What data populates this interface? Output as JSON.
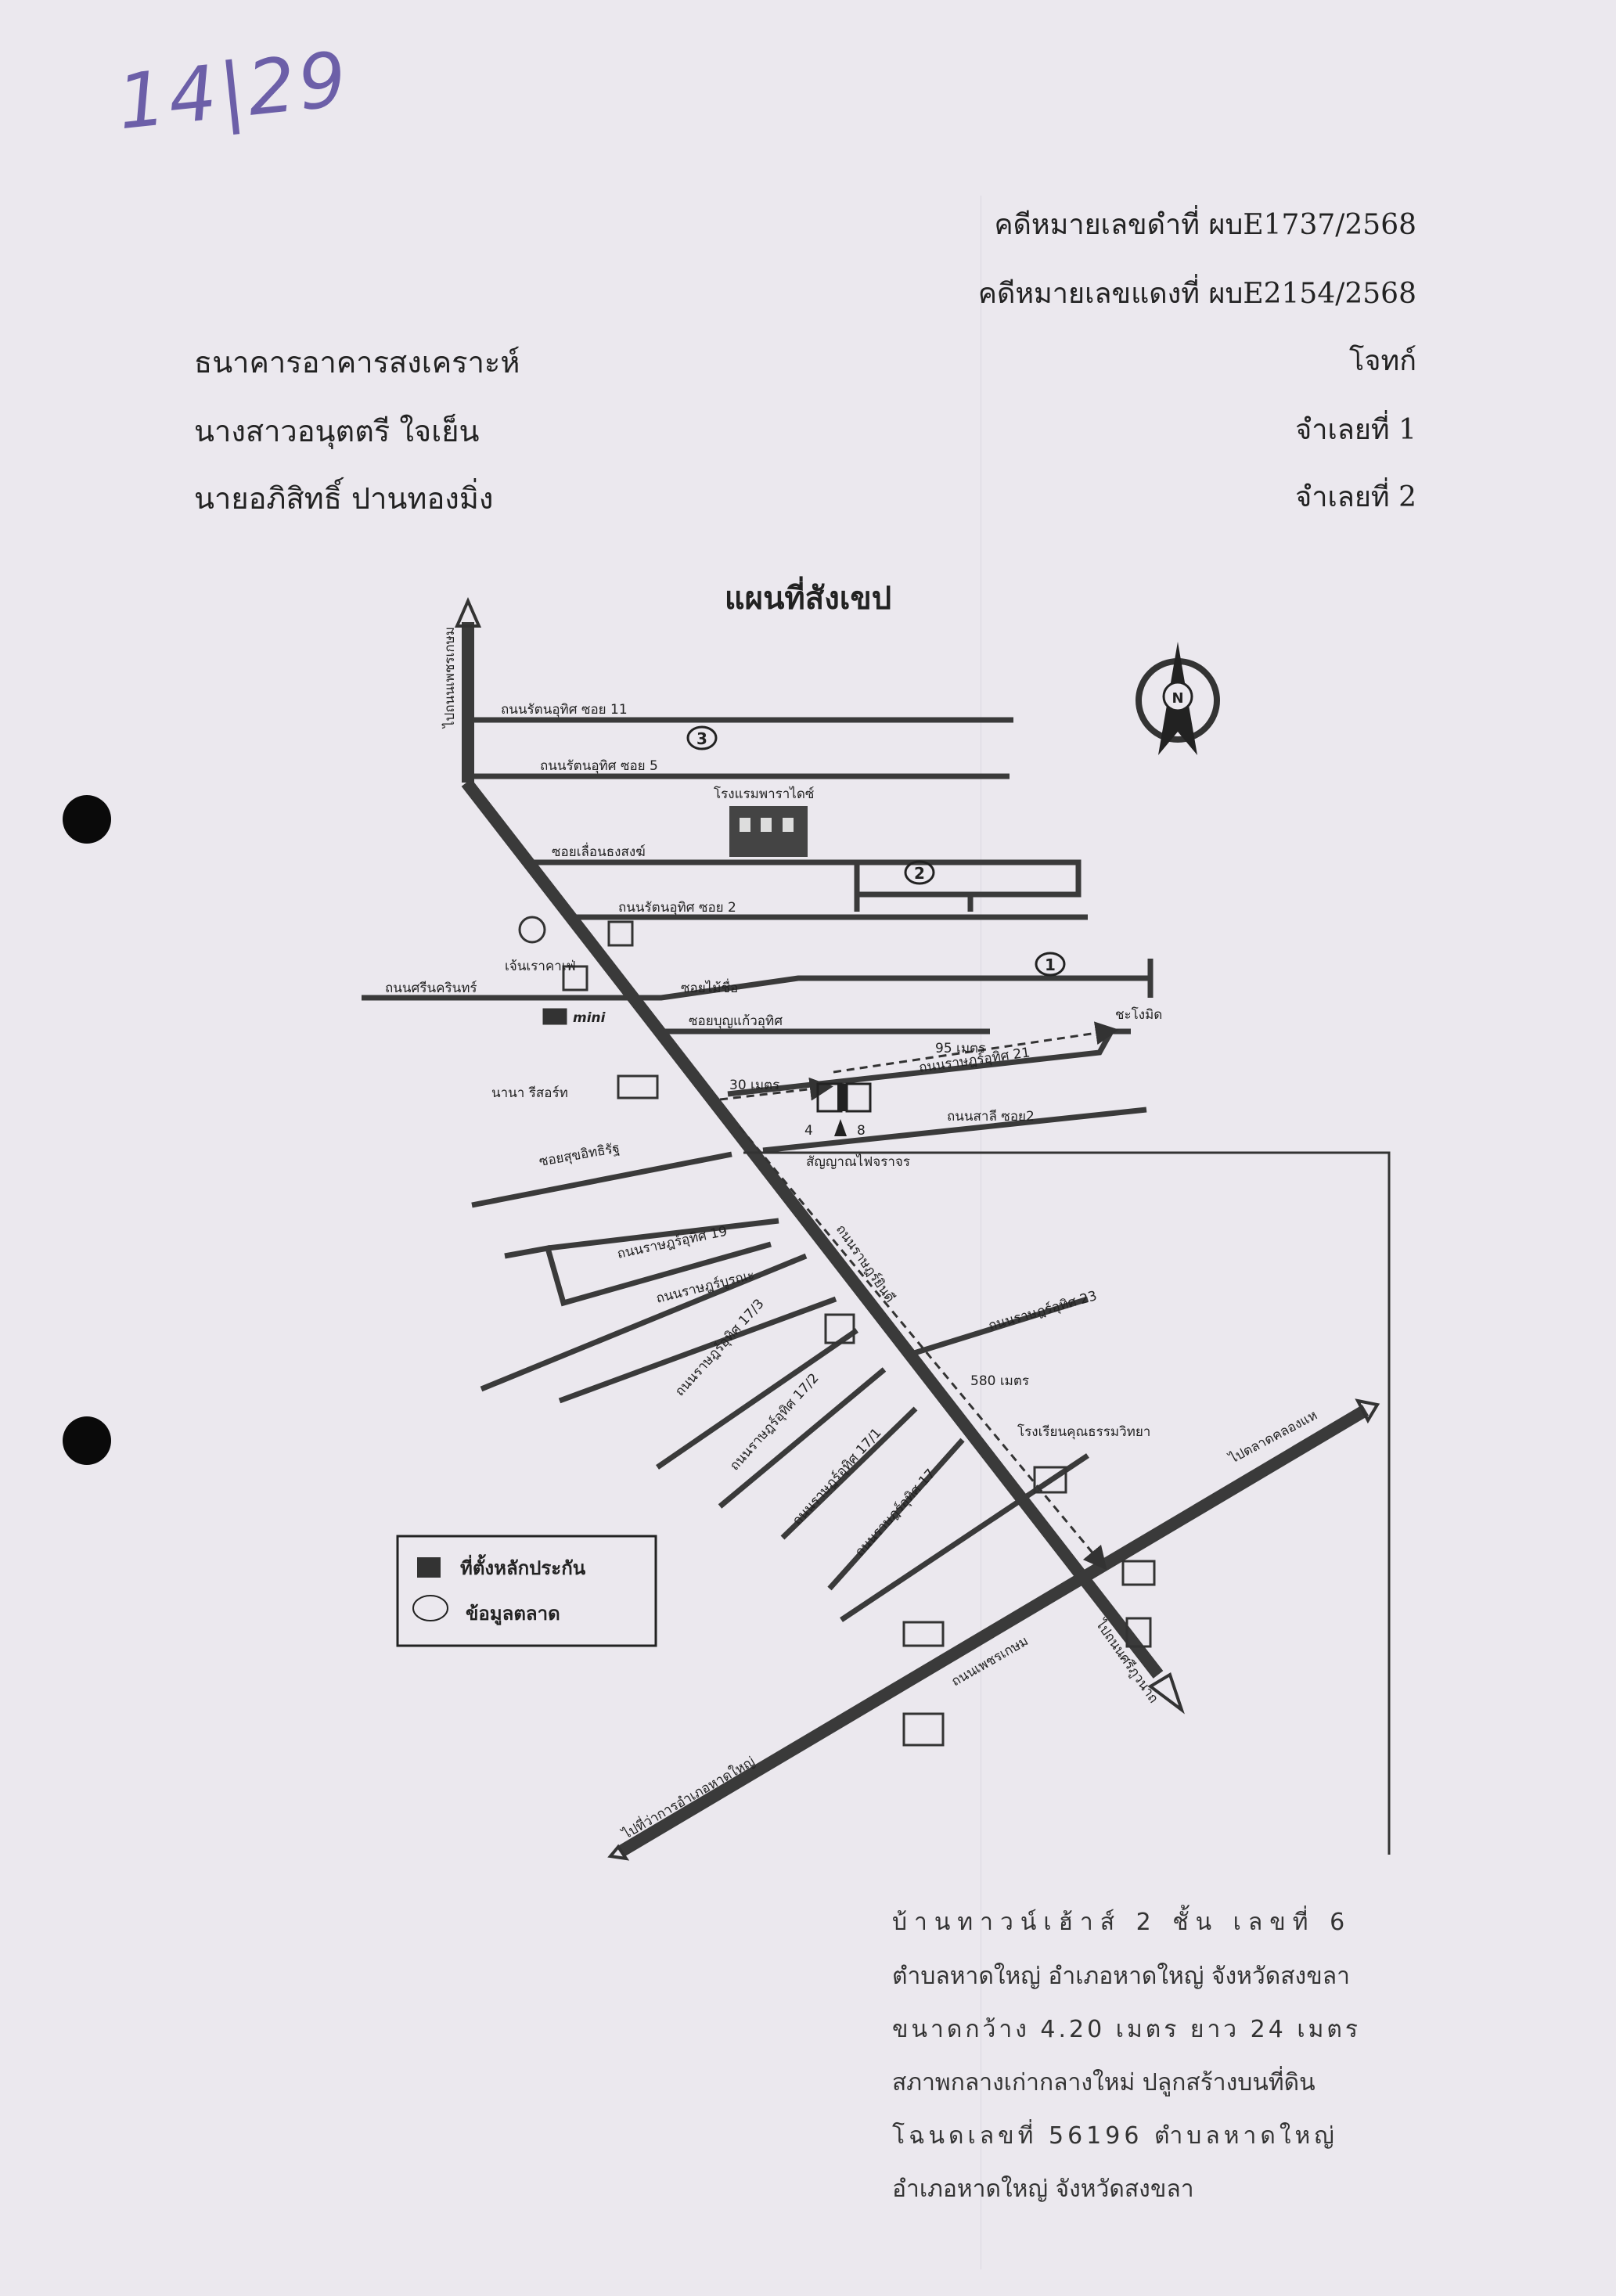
{
  "handwritten_number": "14|29",
  "case": {
    "black_number": "คดีหมายเลขดำที่  ผบE1737/2568",
    "red_number": "คดีหมายเลขแดงที่ ผบE2154/2568"
  },
  "parties": [
    {
      "name": "ธนาคารอาคารสงเคราะห์",
      "role": "โจทก์"
    },
    {
      "name": "นางสาวอนุตตรี  ใจเย็น",
      "role": "จำเลยที่ 1"
    },
    {
      "name": "นายอภิสิทธิ์  ปานทองมิ่ง",
      "role": "จำเลยที่ 2"
    }
  ],
  "map": {
    "title": "แผนที่สังเขป",
    "north": "N",
    "labels": {
      "to_phetkasem": "ไปถนนเพชรเกษม",
      "soi11": "ถนนรัตนอุทิศ ซอย 11",
      "soi5": "ถนนรัตนอุทิศ ซอย 5",
      "hotel": "โรงแรมพาราไดซ์",
      "soi_lueangthongsong": "ซอยเลื่อนธงสงฆ์",
      "soi2": "ถนนรัตนอุทิศ ซอย 2",
      "cafe": "เจ้นเราคาเฟ่",
      "sriwichai": "ถนนศรีนครินทร์",
      "soi_maisue": "ซอยไม้ชื่อ",
      "mini": "mini",
      "soi_boonkaew": "ซอยบุญแก้วอุทิศ",
      "chai_rong_mid": "ชะโงมิด",
      "dist95": "95 เมตร",
      "ratchayindee21": "ถนนราษฎร์อุทิศ 21",
      "dist30": "30 เมตร",
      "nana": "นานา รีสอร์ท",
      "lot_a": "4",
      "lot_b": "8",
      "sali": "ถนนสาลี ซอย2",
      "soi_sukthiprat": "ซอยสุขอิทธิรัฐ",
      "signal": "สัญญาณไฟจราจร",
      "rat19": "ถนนราษฎร์อุทิศ 19",
      "ratboon": "ถนนราษฎร์บูรณะ",
      "ratchayin": "ถนนราษฎร์ยินดี",
      "rat23": "ถนนราษฎร์อุทิศ 23",
      "rat173": "ถนนราษฎร์อุทิศ 17/3",
      "rat172": "ถนนราษฎร์อุทิศ 17/2",
      "rat171": "ถนนราษฎร์อุทิศ 17/1",
      "rat17": "ถนนราษฎร์อุทิศ 17",
      "dist580": "580 เมตร",
      "school": "โรงเรียนคุณธรรมวิทยา",
      "to_market": "ไปตลาดคลองแห",
      "phetkasem": "ถนนเพชรเกษม",
      "to_hatyai": "ไปถนนศรีภูวนาถ",
      "to_office": "ไปที่ว่าการอำเภอหาดใหญ่",
      "m1": "1",
      "m2": "2",
      "m3": "3"
    },
    "legend": {
      "collateral": "ที่ตั้งหลักประกัน",
      "market": "ข้อมูลตลาด"
    }
  },
  "description": [
    "บ้านทาวน์เฮ้าส์ 2 ชั้น  เลขที่ 6",
    "ตำบลหาดใหญ่ อำเภอหาดใหญ่ จังหวัดสงขลา",
    "ขนาดกว้าง 4.20 เมตร ยาว 24 เมตร",
    "สภาพกลางเก่ากลางใหม่ ปลูกสร้างบนที่ดิน",
    "โฉนดเลขที่ 56196 ตำบลหาดใหญ่",
    "อำเภอหาดใหญ่ จังหวัดสงขลา"
  ]
}
